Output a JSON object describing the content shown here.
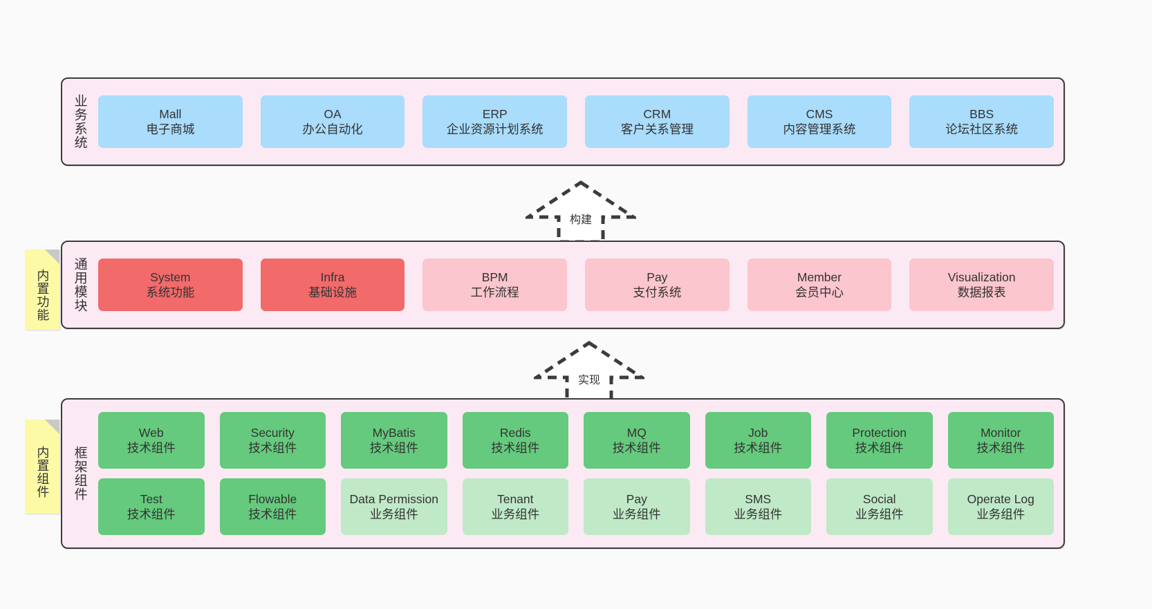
{
  "diagram": {
    "background_color": "#fafafa",
    "layer_bg_color": "#fbeaf4",
    "sticky_color": "#fdfaa6",
    "colors": {
      "blue": "#aadcfb",
      "red": "#f26a6a",
      "pink": "#fbc6cd",
      "green": "#65ca7d",
      "lightgreen": "#c0e9c8"
    }
  },
  "layers": {
    "business": {
      "title": "业务系统",
      "cards": [
        {
          "name": "Mall",
          "desc": "电子商城"
        },
        {
          "name": "OA",
          "desc": "办公自动化"
        },
        {
          "name": "ERP",
          "desc": "企业资源计划系统"
        },
        {
          "name": "CRM",
          "desc": "客户关系管理"
        },
        {
          "name": "CMS",
          "desc": "内容管理系统"
        },
        {
          "name": "BBS",
          "desc": "论坛社区系统"
        }
      ]
    },
    "common": {
      "title": "通用模块",
      "sticky": "内置功能",
      "cards": [
        {
          "name": "System",
          "desc": "系统功能"
        },
        {
          "name": "Infra",
          "desc": "基础设施"
        },
        {
          "name": "BPM",
          "desc": "工作流程"
        },
        {
          "name": "Pay",
          "desc": "支付系统"
        },
        {
          "name": "Member",
          "desc": "会员中心"
        },
        {
          "name": "Visualization",
          "desc": "数据报表"
        }
      ]
    },
    "framework": {
      "title": "框架组件",
      "sticky": "内置组件",
      "row1": [
        {
          "name": "Web",
          "desc": "技术组件"
        },
        {
          "name": "Security",
          "desc": "技术组件"
        },
        {
          "name": "MyBatis",
          "desc": "技术组件"
        },
        {
          "name": "Redis",
          "desc": "技术组件"
        },
        {
          "name": "MQ",
          "desc": "技术组件"
        },
        {
          "name": "Job",
          "desc": "技术组件"
        },
        {
          "name": "Protection",
          "desc": "技术组件"
        },
        {
          "name": "Monitor",
          "desc": "技术组件"
        }
      ],
      "row2": [
        {
          "name": "Test",
          "desc": "技术组件"
        },
        {
          "name": "Flowable",
          "desc": "技术组件"
        },
        {
          "name": "Data Permission",
          "desc": "业务组件"
        },
        {
          "name": "Tenant",
          "desc": "业务组件"
        },
        {
          "name": "Pay",
          "desc": "业务组件"
        },
        {
          "name": "SMS",
          "desc": "业务组件"
        },
        {
          "name": "Social",
          "desc": "业务组件"
        },
        {
          "name": "Operate Log",
          "desc": "业务组件"
        }
      ]
    }
  },
  "arrows": {
    "build": "构建",
    "realize": "实现"
  }
}
